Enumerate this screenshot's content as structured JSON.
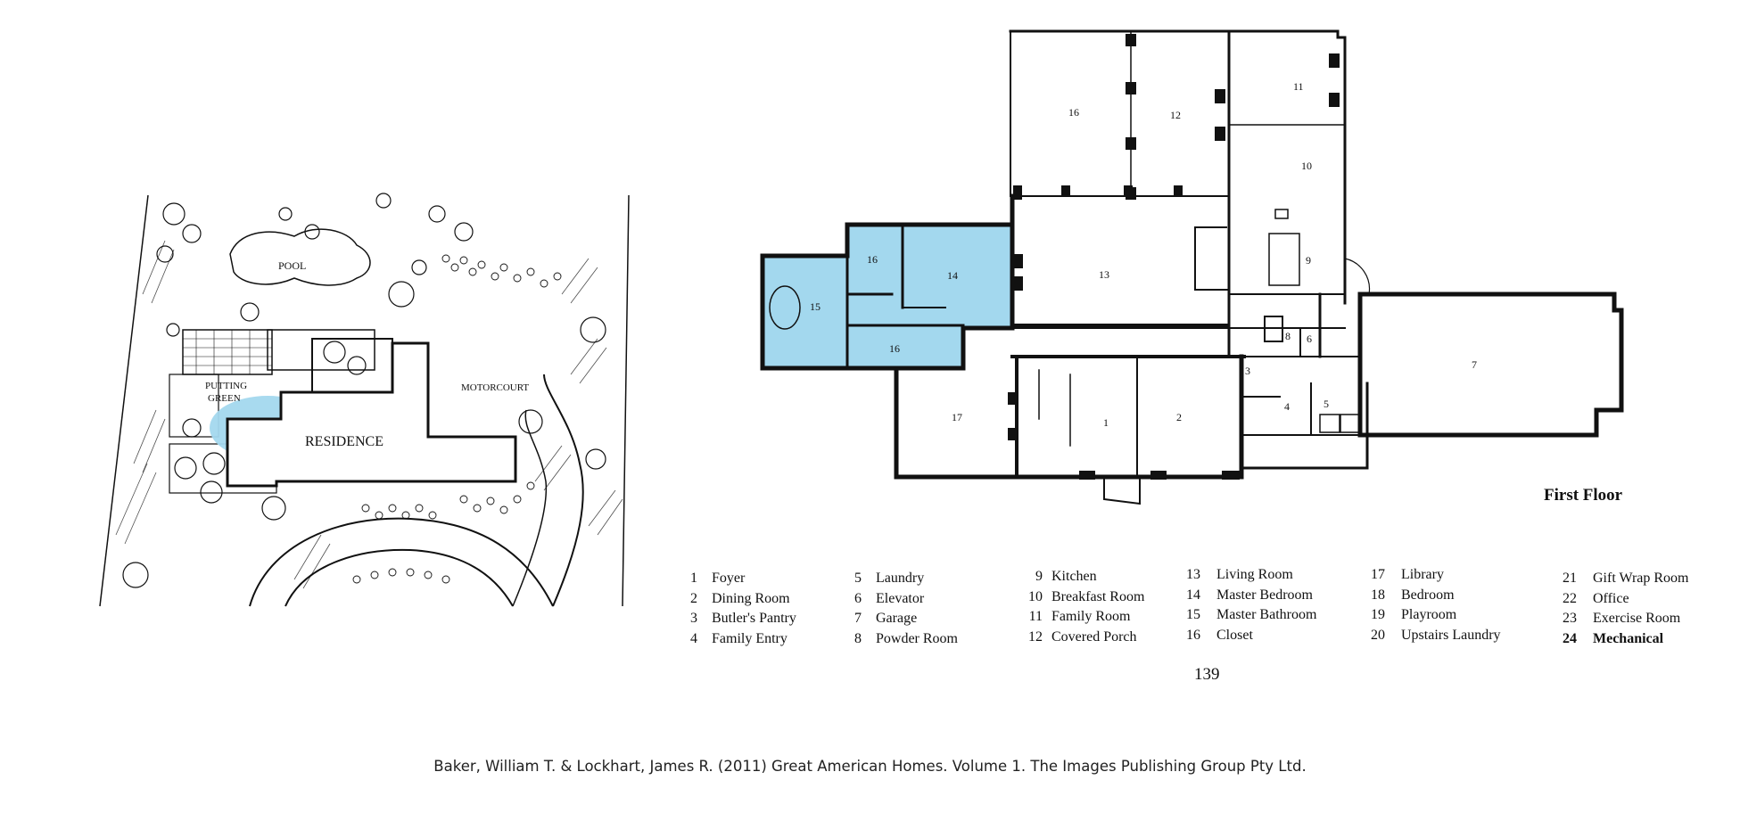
{
  "colors": {
    "highlight": "#a3d8ee",
    "ink": "#111111"
  },
  "site_plan": {
    "labels": {
      "pool": "POOL",
      "putting_green_1": "PUTTING",
      "putting_green_2": "GREEN",
      "motorcourt": "MOTORCOURT",
      "residence": "RESIDENCE"
    }
  },
  "floor_plan": {
    "title": "First Floor",
    "room_numbers": {
      "r16a": "16",
      "r12": "12",
      "r11": "11",
      "r10": "10",
      "r9": "9",
      "r13": "13",
      "r14": "14",
      "r16b": "16",
      "r15": "15",
      "r16c": "16",
      "r7": "7",
      "r8": "8",
      "r6": "6",
      "r3": "3",
      "r17": "17",
      "r1": "1",
      "r2": "2",
      "r4": "4",
      "r5": "5"
    }
  },
  "legend": [
    [
      {
        "n": "1",
        "label": "Foyer"
      },
      {
        "n": "2",
        "label": "Dining Room"
      },
      {
        "n": "3",
        "label": "Butler's Pantry"
      },
      {
        "n": "4",
        "label": "Family Entry"
      }
    ],
    [
      {
        "n": "5",
        "label": "Laundry"
      },
      {
        "n": "6",
        "label": "Elevator"
      },
      {
        "n": "7",
        "label": "Garage"
      },
      {
        "n": "8",
        "label": "Powder Room"
      }
    ],
    [
      {
        "n": "9",
        "label": "Kitchen"
      },
      {
        "n": "10",
        "label": "Breakfast Room"
      },
      {
        "n": "11",
        "label": "Family Room"
      },
      {
        "n": "12",
        "label": "Covered Porch"
      }
    ],
    [
      {
        "n": "13",
        "label": "Living Room"
      },
      {
        "n": "14",
        "label": "Master Bedroom"
      },
      {
        "n": "15",
        "label": "Master Bathroom"
      },
      {
        "n": "16",
        "label": "Closet"
      }
    ],
    [
      {
        "n": "17",
        "label": "Library"
      },
      {
        "n": "18",
        "label": "Bedroom"
      },
      {
        "n": "19",
        "label": "Playroom"
      },
      {
        "n": "20",
        "label": "Upstairs Laundry"
      }
    ],
    [
      {
        "n": "21",
        "label": "Gift Wrap Room"
      },
      {
        "n": "22",
        "label": "Office"
      },
      {
        "n": "23",
        "label": "Exercise Room"
      },
      {
        "n": "24",
        "label": "Mechanical"
      }
    ]
  ],
  "page_number": "139",
  "citation": "Baker, William T. & Lockhart, James R. (2011) Great American Homes. Volume 1. The Images Publishing Group Pty Ltd."
}
